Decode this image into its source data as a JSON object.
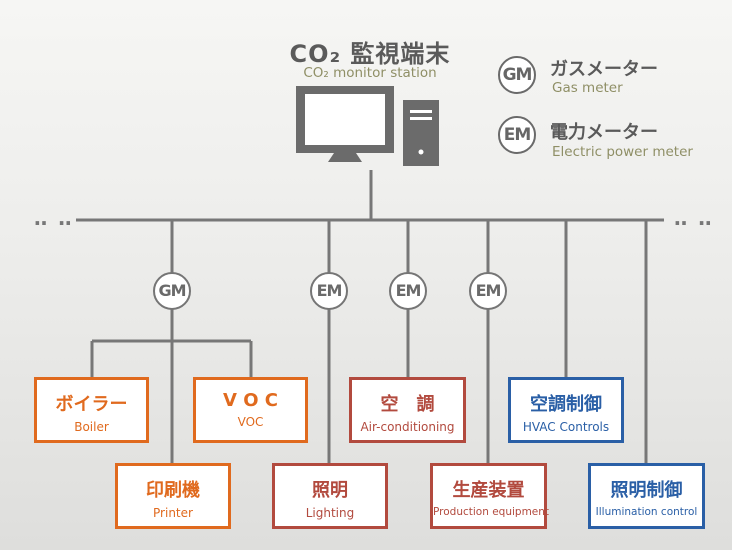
{
  "title": {
    "jp": "CO₂ 監視端末",
    "en": "CO₂ monitor station"
  },
  "legend": [
    {
      "badge": "GM",
      "jp": "ガスメーター",
      "en": "Gas meter"
    },
    {
      "badge": "EM",
      "jp": "電力メーター",
      "en": "Electric power meter"
    }
  ],
  "bus_continuation": "‥ ‥",
  "meters": {
    "gm": "GM",
    "em1": "EM",
    "em2": "EM",
    "em3": "EM"
  },
  "devices": {
    "boiler": {
      "jp": "ボイラー",
      "en": "Boiler"
    },
    "voc": {
      "jp": "V O C",
      "en": "VOC"
    },
    "printer": {
      "jp": "印刷機",
      "en": "Printer"
    },
    "aircon": {
      "jp": "空　調",
      "en": "Air-conditioning"
    },
    "lighting": {
      "jp": "照明",
      "en": "Lighting"
    },
    "production": {
      "jp": "生産装置",
      "en": "Production equipment"
    },
    "hvac": {
      "jp": "空調制御",
      "en": "HVAC Controls"
    },
    "illumination": {
      "jp": "照明制御",
      "en": "Illumination control"
    }
  },
  "colors": {
    "orange": "#e06a1e",
    "red": "#b24a3e",
    "blue": "#2a5fa6",
    "line": "#777777"
  }
}
